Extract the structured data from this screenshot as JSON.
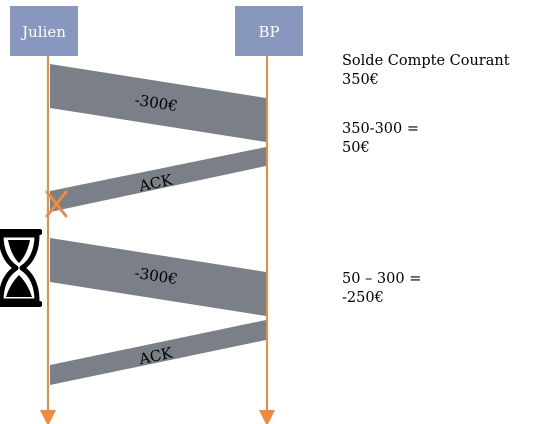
{
  "actors": {
    "left": {
      "name": "Julien"
    },
    "right": {
      "name": "BP"
    }
  },
  "messages": [
    {
      "label": "-300€",
      "direction": "to-right"
    },
    {
      "label": "ACK",
      "direction": "to-left",
      "lost": true
    },
    {
      "label": "-300€",
      "direction": "to-right"
    },
    {
      "label": "ACK",
      "direction": "to-left",
      "lost": false
    }
  ],
  "notes": {
    "balance_title": "Solde Compte Courant",
    "balance_value": "350€",
    "calc1_line1": "350-300 =",
    "calc1_line2": "50€",
    "calc2_line1": "50 – 300 =",
    "calc2_line2": "-250€"
  },
  "icons": {
    "lost": "cross-icon",
    "wait": "hourglass-icon"
  },
  "colors": {
    "actor_box": "#8797bd",
    "lifeline": "#f08a3c",
    "message_band": "#7b7f87",
    "cross": "#f08a3c",
    "text": "#000000"
  }
}
